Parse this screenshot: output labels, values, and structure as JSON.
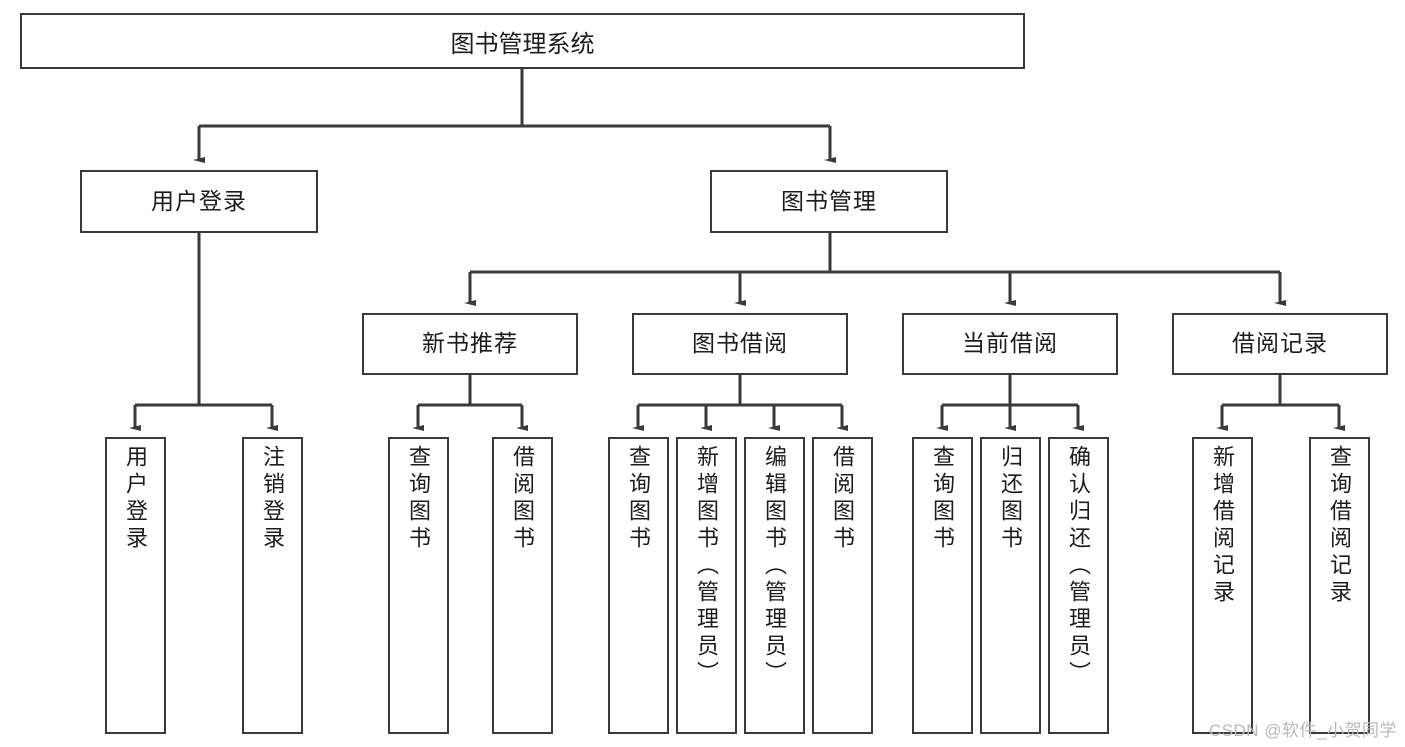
{
  "diagram": {
    "title": "图书管理系统",
    "type": "hierarchy-tree",
    "colors": {
      "box_border": "#3a3a3a",
      "box_fill": "#ffffff",
      "connector": "#3a3a3a",
      "text": "#1c1c1c",
      "watermark": "#b9b9b9"
    },
    "levels": {
      "root": {
        "label": "图书管理系统"
      },
      "level2": [
        {
          "label": "用户登录"
        },
        {
          "label": "图书管理"
        }
      ],
      "level3": [
        {
          "label": "新书推荐"
        },
        {
          "label": "图书借阅"
        },
        {
          "label": "当前借阅"
        },
        {
          "label": "借阅记录"
        }
      ],
      "leaves": {
        "user_login": [
          {
            "label": "用户登录"
          },
          {
            "label": "注销登录"
          }
        ],
        "new_book_recommend": [
          {
            "label": "查询图书"
          },
          {
            "label": "借阅图书"
          }
        ],
        "book_borrow": [
          {
            "label": "查询图书"
          },
          {
            "label": "新增图书（管理员）"
          },
          {
            "label": "编辑图书（管理员）"
          },
          {
            "label": "借阅图书"
          }
        ],
        "current_borrow": [
          {
            "label": "查询图书"
          },
          {
            "label": "归还图书"
          },
          {
            "label": "确认归还（管理员）"
          }
        ],
        "borrow_record": [
          {
            "label": "新增借阅记录"
          },
          {
            "label": "查询借阅记录"
          }
        ]
      }
    },
    "watermark": "CSDN @软件_小贺同学"
  }
}
